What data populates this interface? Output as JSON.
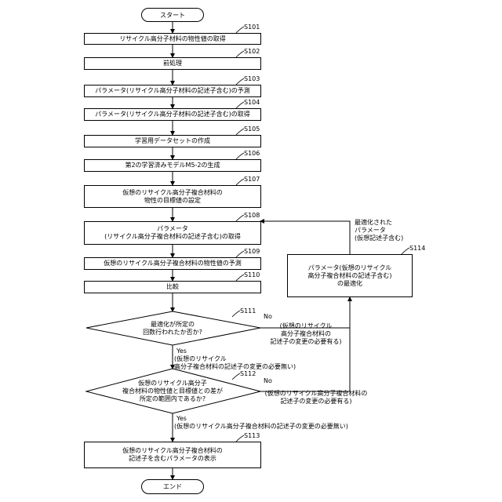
{
  "start": "スタート",
  "end": "エンド",
  "steps": {
    "s101": {
      "id": "S101",
      "text": "リサイクル高分子材料の物性値の取得"
    },
    "s102": {
      "id": "S102",
      "text": "前処理"
    },
    "s103": {
      "id": "S103",
      "text": "パラメータ(リサイクル高分子材料の記述子含む)の予測"
    },
    "s104": {
      "id": "S104",
      "text": "パラメータ(リサイクル高分子材料の記述子含む)の取得"
    },
    "s105": {
      "id": "S105",
      "text": "学習用データセットの作成"
    },
    "s106": {
      "id": "S106",
      "text": "第2の学習済みモデルM5-2の生成"
    },
    "s107": {
      "id": "S107",
      "line1": "仮想のリサイクル高分子複合材料の",
      "line2": "物性の目標値の設定"
    },
    "s108": {
      "id": "S108",
      "line1": "パラメータ",
      "line2": "(リサイクル高分子複合材料の記述子含む)の取得"
    },
    "s109": {
      "id": "S109",
      "text": "仮想のリサイクル高分子複合材料の物性値の予測"
    },
    "s110": {
      "id": "S110",
      "text": "比較"
    },
    "s111": {
      "id": "S111",
      "line1": "最適化が所定の",
      "line2": "回数行われたか否か?"
    },
    "s112": {
      "id": "S112",
      "line1": "仮想のリサイクル高分子",
      "line2": "複合材料の物性値と目標値との差が",
      "line3": "所定の範囲内であるか?"
    },
    "s113": {
      "id": "S113",
      "line1": "仮想のリサイクル高分子複合材料の",
      "line2": "記述子を含むパラメータの表示"
    },
    "s114": {
      "id": "S114",
      "line1": "パラメータ(仮想のリサイクル",
      "line2": "高分子複合材料の記述子含む)",
      "line3": "の最適化"
    }
  },
  "branches": {
    "yes": "Yes",
    "no": "No",
    "s111_yes_note": {
      "line1": "(仮想のリサイクル",
      "line2": "高分子複合材料の記述子の変更の必要無い)"
    },
    "s111_no_note": {
      "line1": "(仮想のリサイクル",
      "line2": "高分子複合材料の",
      "line3": "記述子の変更の必要有る)"
    },
    "s112_no_note": {
      "line1": "(仮想のリサイクル高分子複合材料の",
      "line2": "記述子の変更の必要有る)"
    },
    "s112_yes_note": "(仮想のリサイクル高分子複合材料の記述子の変更の必要無い)"
  },
  "feedback_note": {
    "line1": "最適化された",
    "line2": "パラメータ",
    "line3": "(仮想記述子含む)"
  }
}
